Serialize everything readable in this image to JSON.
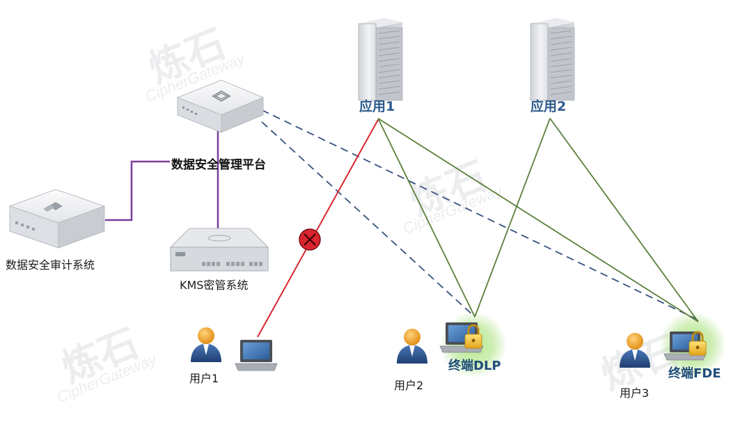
{
  "nodes": {
    "management_platform": {
      "label": "数据安全管理平台"
    },
    "audit_system": {
      "label": "数据安全审计系统"
    },
    "kms_system": {
      "label": "KMS密管系统"
    },
    "app1": {
      "label": "应用1"
    },
    "app2": {
      "label": "应用2"
    },
    "user1": {
      "label": "用户1"
    },
    "user2": {
      "label": "用户2"
    },
    "user3": {
      "label": "用户3"
    },
    "terminal_dlp": {
      "label": "终端DLP"
    },
    "terminal_fde": {
      "label": "终端FDE"
    }
  },
  "watermark": {
    "brand": "炼石",
    "text": "CipherGateway"
  },
  "colors": {
    "blocked_link": "#d9252f",
    "allowed_link": "#5a7f3a",
    "management_link": "#35507d",
    "infra_link": "#7a3d9a",
    "app_label": "#2c5a8c",
    "terminal_glow": "#a8e07a"
  }
}
